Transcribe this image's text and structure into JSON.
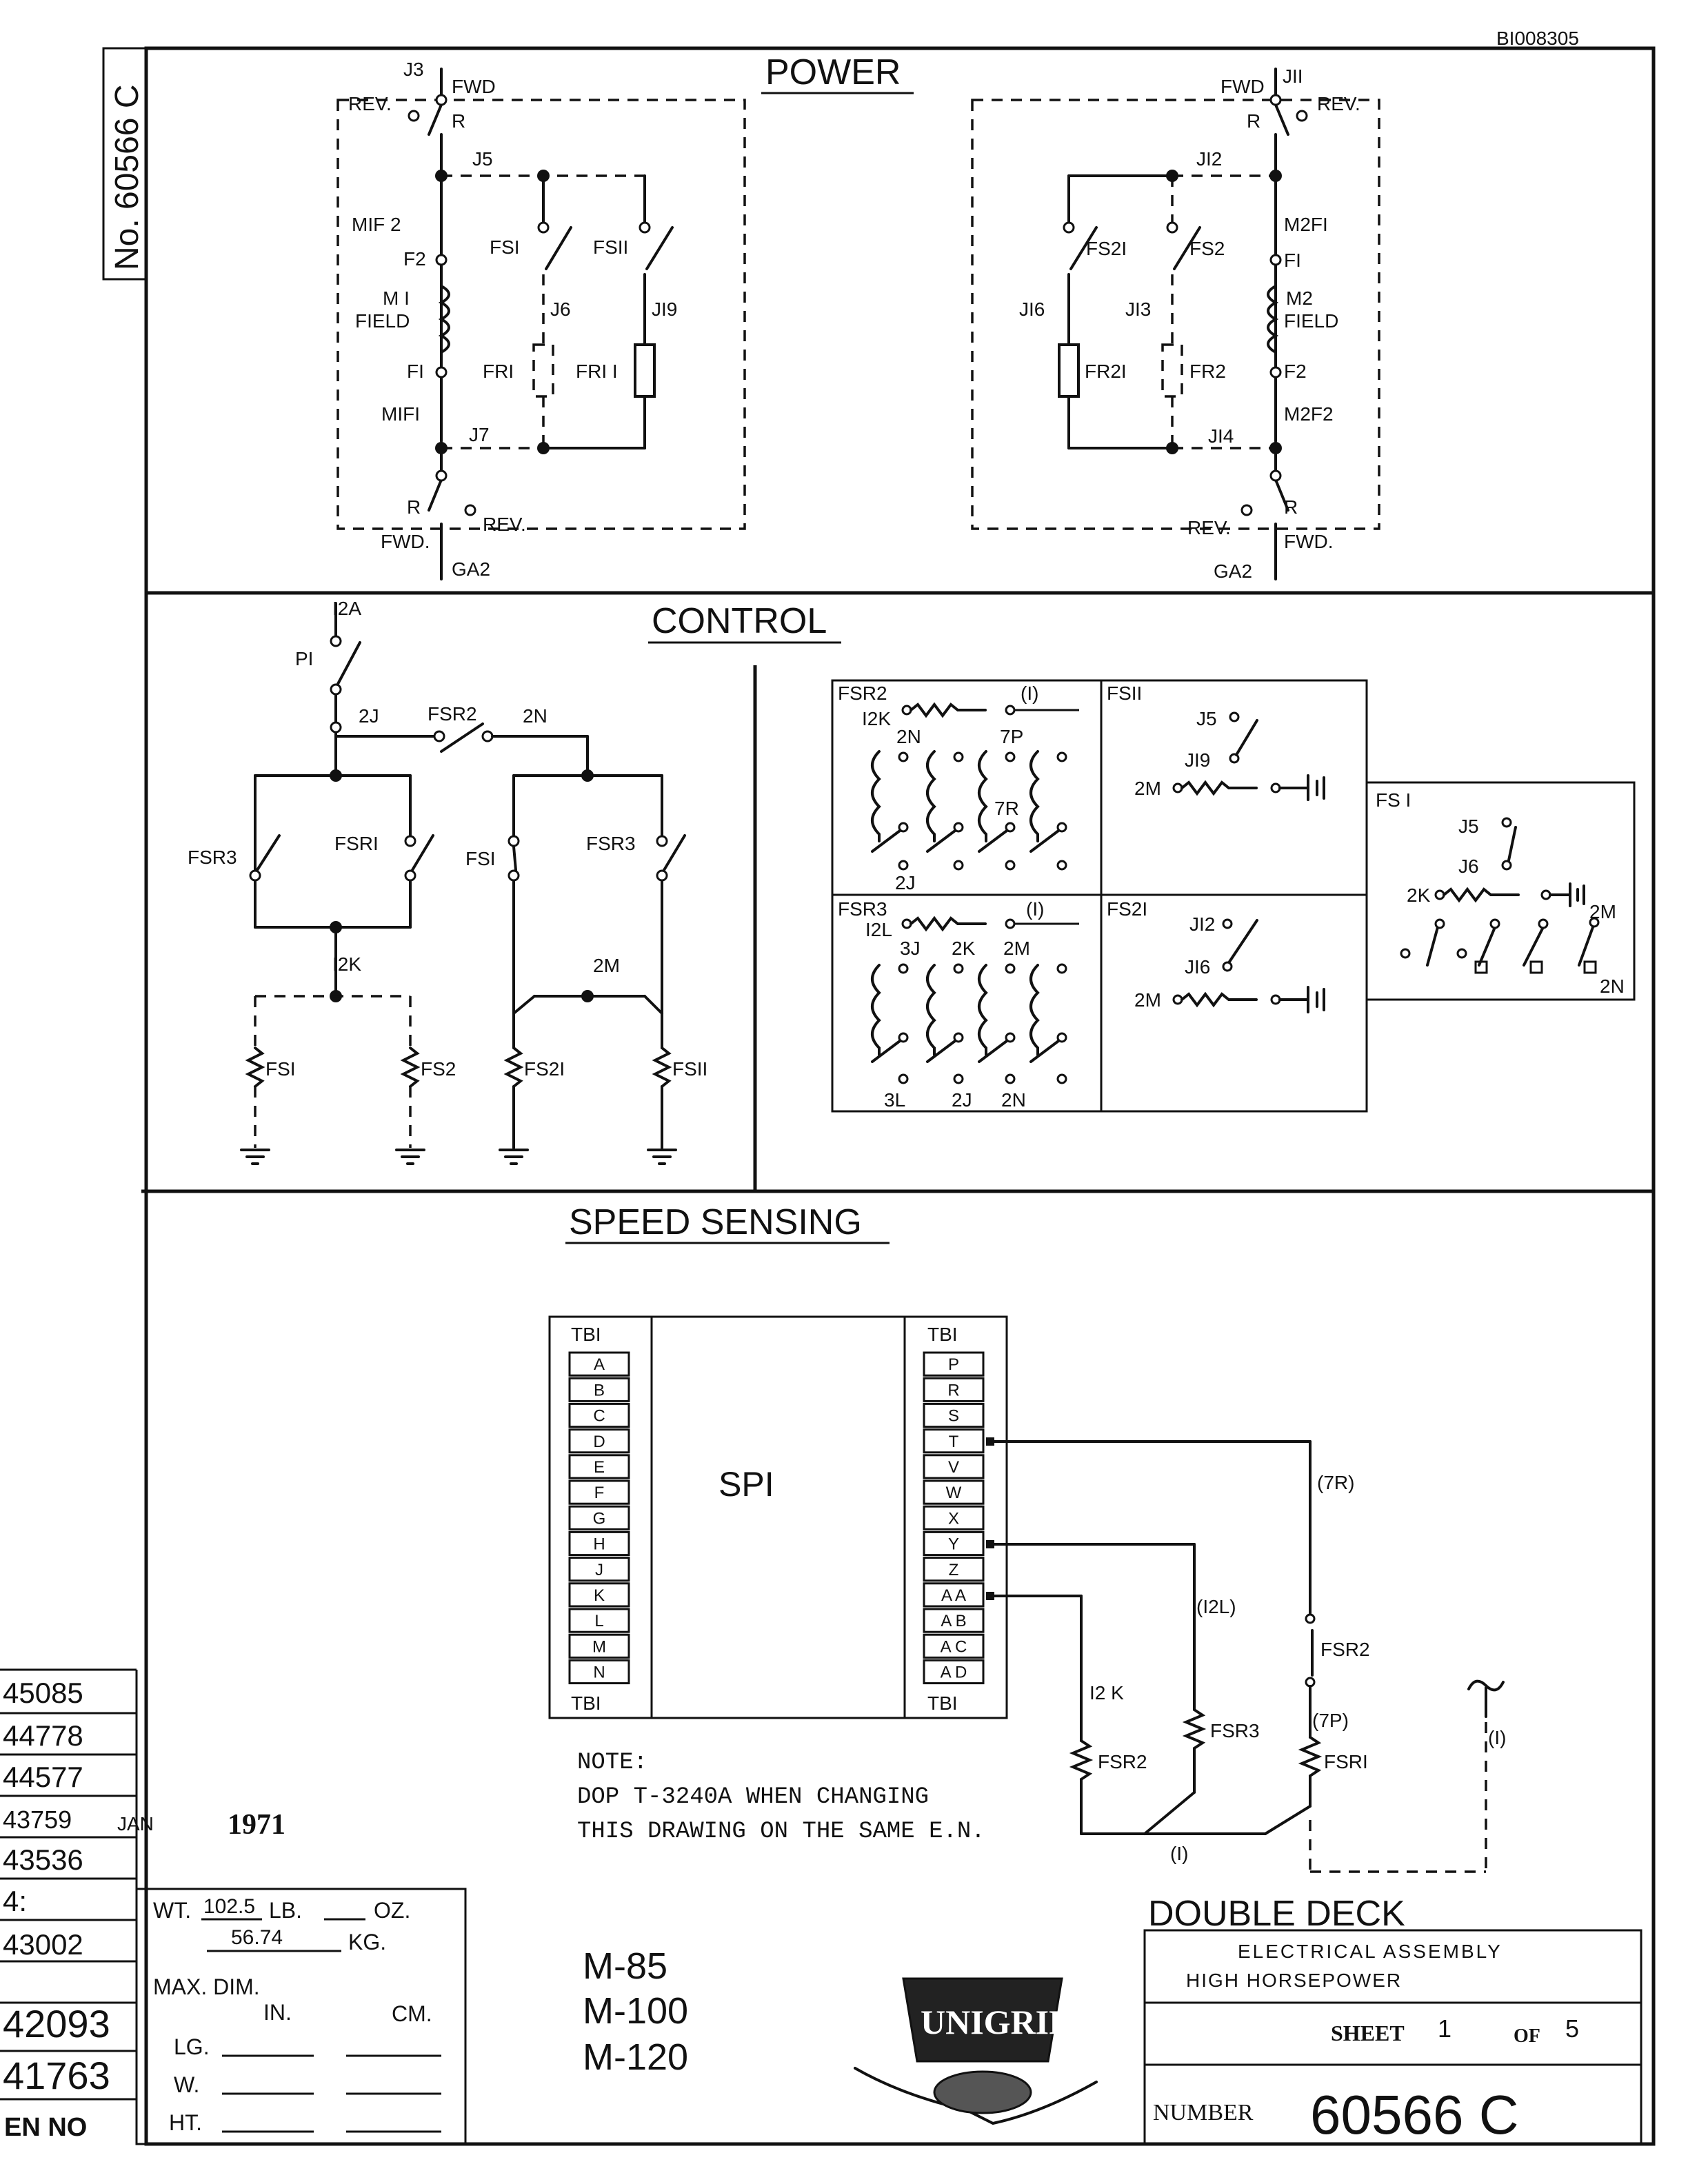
{
  "doc_id": "BI008305",
  "side_number": "No. 60566 C",
  "sections": {
    "power": "POWER",
    "control": "CONTROL",
    "speed": "SPEED SENSING"
  },
  "power_left": {
    "j3": "J3",
    "fwd": "FWD",
    "rev": "REV.",
    "r": "R",
    "j5": "J5",
    "mif2": "MIF 2",
    "f2": "F2",
    "m1": "M I",
    "field": "FIELD",
    "f1": "FI",
    "mif1": "MIFI",
    "fs1": "FSI",
    "fs11": "FSII",
    "j6": "J6",
    "j19": "JI9",
    "fr1": "FRI",
    "fr11": "FRI I",
    "j7": "J7",
    "r2": "R",
    "fwd2": "FWD.",
    "rev2": "REV.",
    "ga2": "GA2"
  },
  "power_right": {
    "j11": "JII",
    "fwd": "FWD",
    "rev": "REV.",
    "r": "R",
    "j12": "JI2",
    "fs21": "FS2I",
    "fs2": "FS2",
    "m2f1": "M2FI",
    "f1": "FI",
    "m2": "M2",
    "field": "FIELD",
    "j16": "JI6",
    "j13": "JI3",
    "fr21": "FR2I",
    "fr2": "FR2",
    "f2": "F2",
    "m2f2": "M2F2",
    "j14": "JI4",
    "r2": "R",
    "rev2": "REV.",
    "fwd2": "FWD.",
    "ga2": "GA2"
  },
  "control_left": {
    "n12a": "I2A",
    "p1": "PI",
    "n2j": "2J",
    "fsr2": "FSR2",
    "n2n": "2N",
    "fsr3": "FSR3",
    "fsr1": "FSRI",
    "fs1": "FSI",
    "fsr3b": "FSR3",
    "n2k": "I2K",
    "n2m": "2M",
    "c_fs1": "FSI",
    "c_fs2": "FS2",
    "c_fs21": "FS2I",
    "c_fs11": "FSII"
  },
  "control_right": {
    "fsr2": "FSR2",
    "one": "(I)",
    "n12k": "I2K",
    "n2n": "2N",
    "n7p": "7P",
    "n7r": "7R",
    "n2j": "2J",
    "fsr3": "FSR3",
    "n12l": "I2L",
    "n3j": "3J",
    "n2k": "2K",
    "n2m": "2M",
    "b3l": "3L",
    "b2j": "2J",
    "b2n": "2N",
    "fs11": "FSII",
    "j5": "J5",
    "j19": "JI9",
    "m2": "2M",
    "fs21": "FS2I",
    "j12": "JI2",
    "j16": "JI6",
    "m2b": "2M",
    "fs1": "FS I",
    "fs1_j5": "J5",
    "fs1_j6": "J6",
    "fs1_2k": "2K",
    "fs1_2m": "2M",
    "fs1_2n": "2N"
  },
  "speed": {
    "tb1": "TBI",
    "left_terminals": [
      "A",
      "B",
      "C",
      "D",
      "E",
      "F",
      "G",
      "H",
      "J",
      "K",
      "L",
      "M",
      "N"
    ],
    "right_terminals": [
      "P",
      "R",
      "S",
      "T",
      "V",
      "W",
      "X",
      "Y",
      "Z",
      "A A",
      "A B",
      "A C",
      "A D"
    ],
    "sp1": "SPI",
    "w7r": "(7R)",
    "w12l": "(I2L)",
    "w12k": "I2 K",
    "fsr2": "FSR2",
    "fsr3": "FSR3",
    "fsr2b": "FSR2",
    "w7p": "(7P)",
    "fsr1": "FSRI",
    "w1": "(I)",
    "w1b": "(I)"
  },
  "note": [
    "NOTE:",
    "DOP T-3240A WHEN CHANGING",
    "THIS DRAWING ON THE SAME E.N."
  ],
  "revisions": [
    "45085",
    "44778",
    "44577",
    "43759",
    "43536",
    "4:",
    "43002",
    "42093",
    "41763"
  ],
  "rev_date_month": "JAN",
  "rev_date_year": "1971",
  "en_no": "EN NO",
  "weight": {
    "wt_label": "WT.",
    "wt_val": "102.5",
    "lb": "LB.",
    "oz": "OZ.",
    "kg_val": "56.74",
    "kg": "KG.",
    "maxdim": "MAX. DIM.",
    "in": "IN.",
    "cm": "CM.",
    "lg": "LG.",
    "w": "W.",
    "ht": "HT."
  },
  "models": [
    "M-85",
    "M-100",
    "M-120"
  ],
  "logo_text": "UNIGRIP",
  "title": {
    "main": "DOUBLE  DECK",
    "line1": "ELECTRICAL  ASSEMBLY",
    "line2": "HIGH  HORSEPOWER",
    "sheet": "SHEET",
    "sheet_no": "1",
    "of": "OF",
    "sheet_total": "5",
    "number_label": "NUMBER",
    "number": "60566 C"
  }
}
